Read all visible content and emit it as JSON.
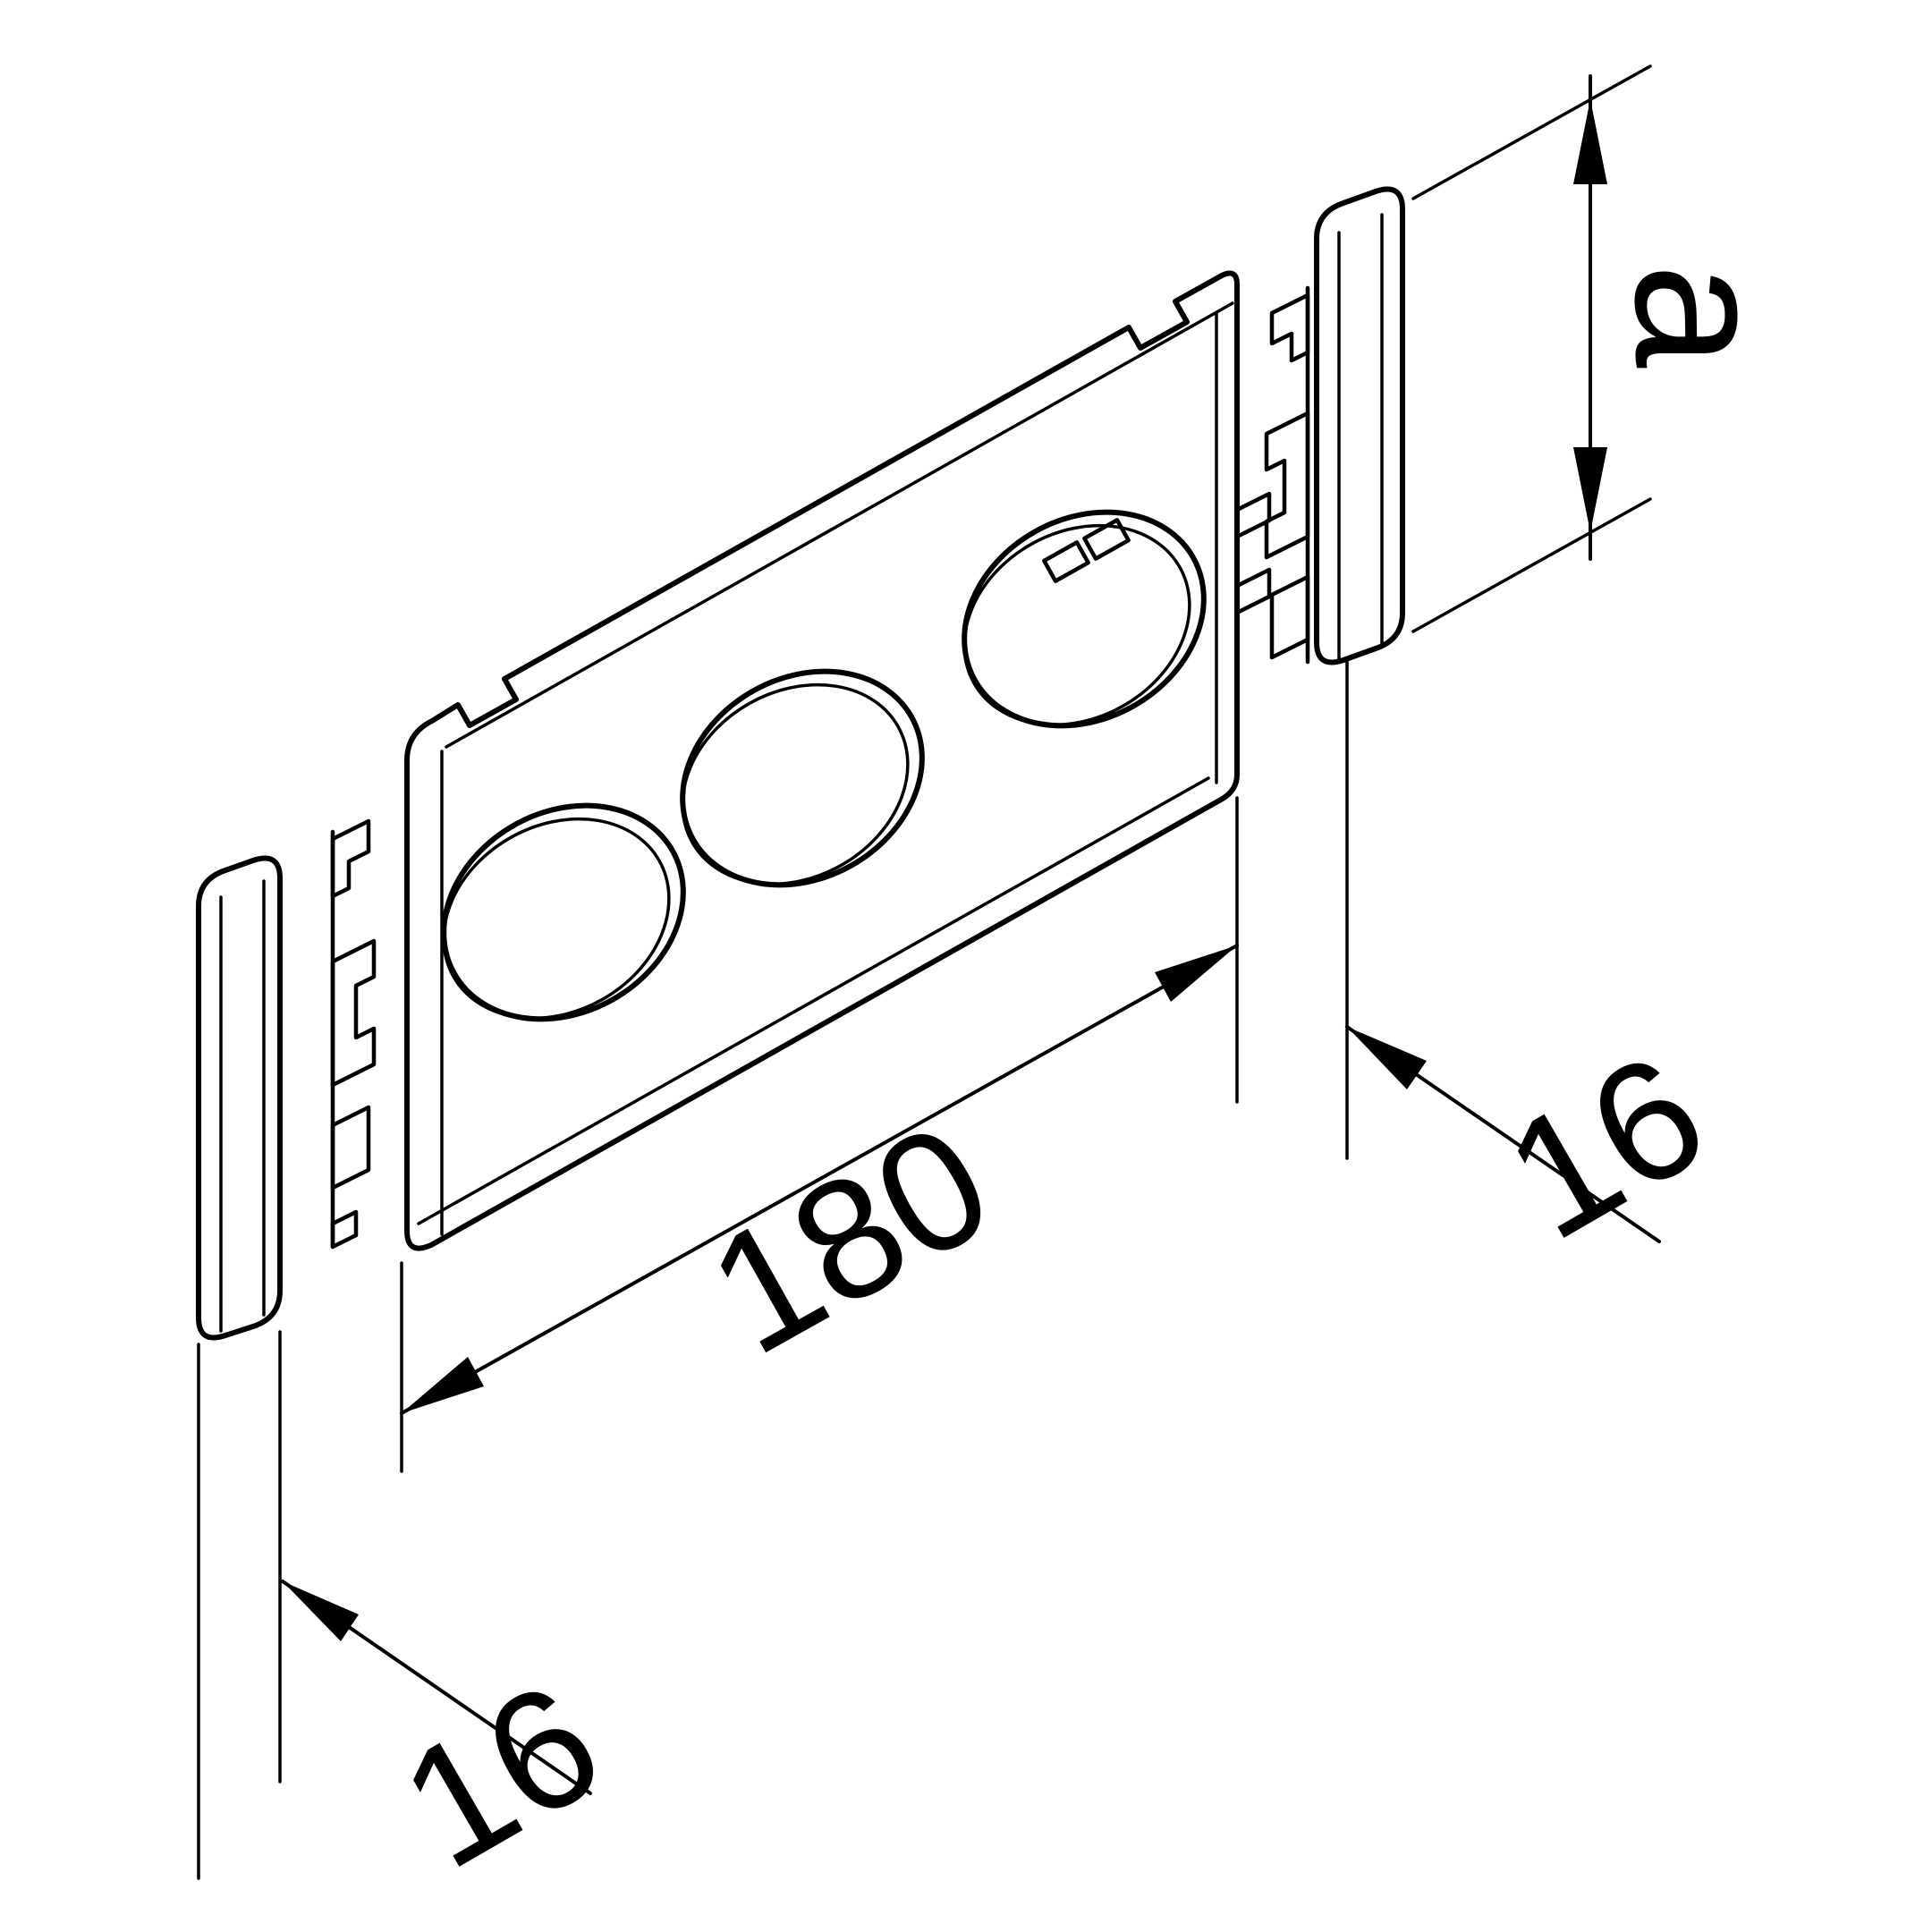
{
  "page": {
    "background": "#ffffff",
    "line_color": "#000000"
  },
  "drawing": {
    "dimensions": {
      "length_label": "180",
      "left_depth_label": "16",
      "right_depth_label": "16",
      "height_label": "a"
    }
  }
}
